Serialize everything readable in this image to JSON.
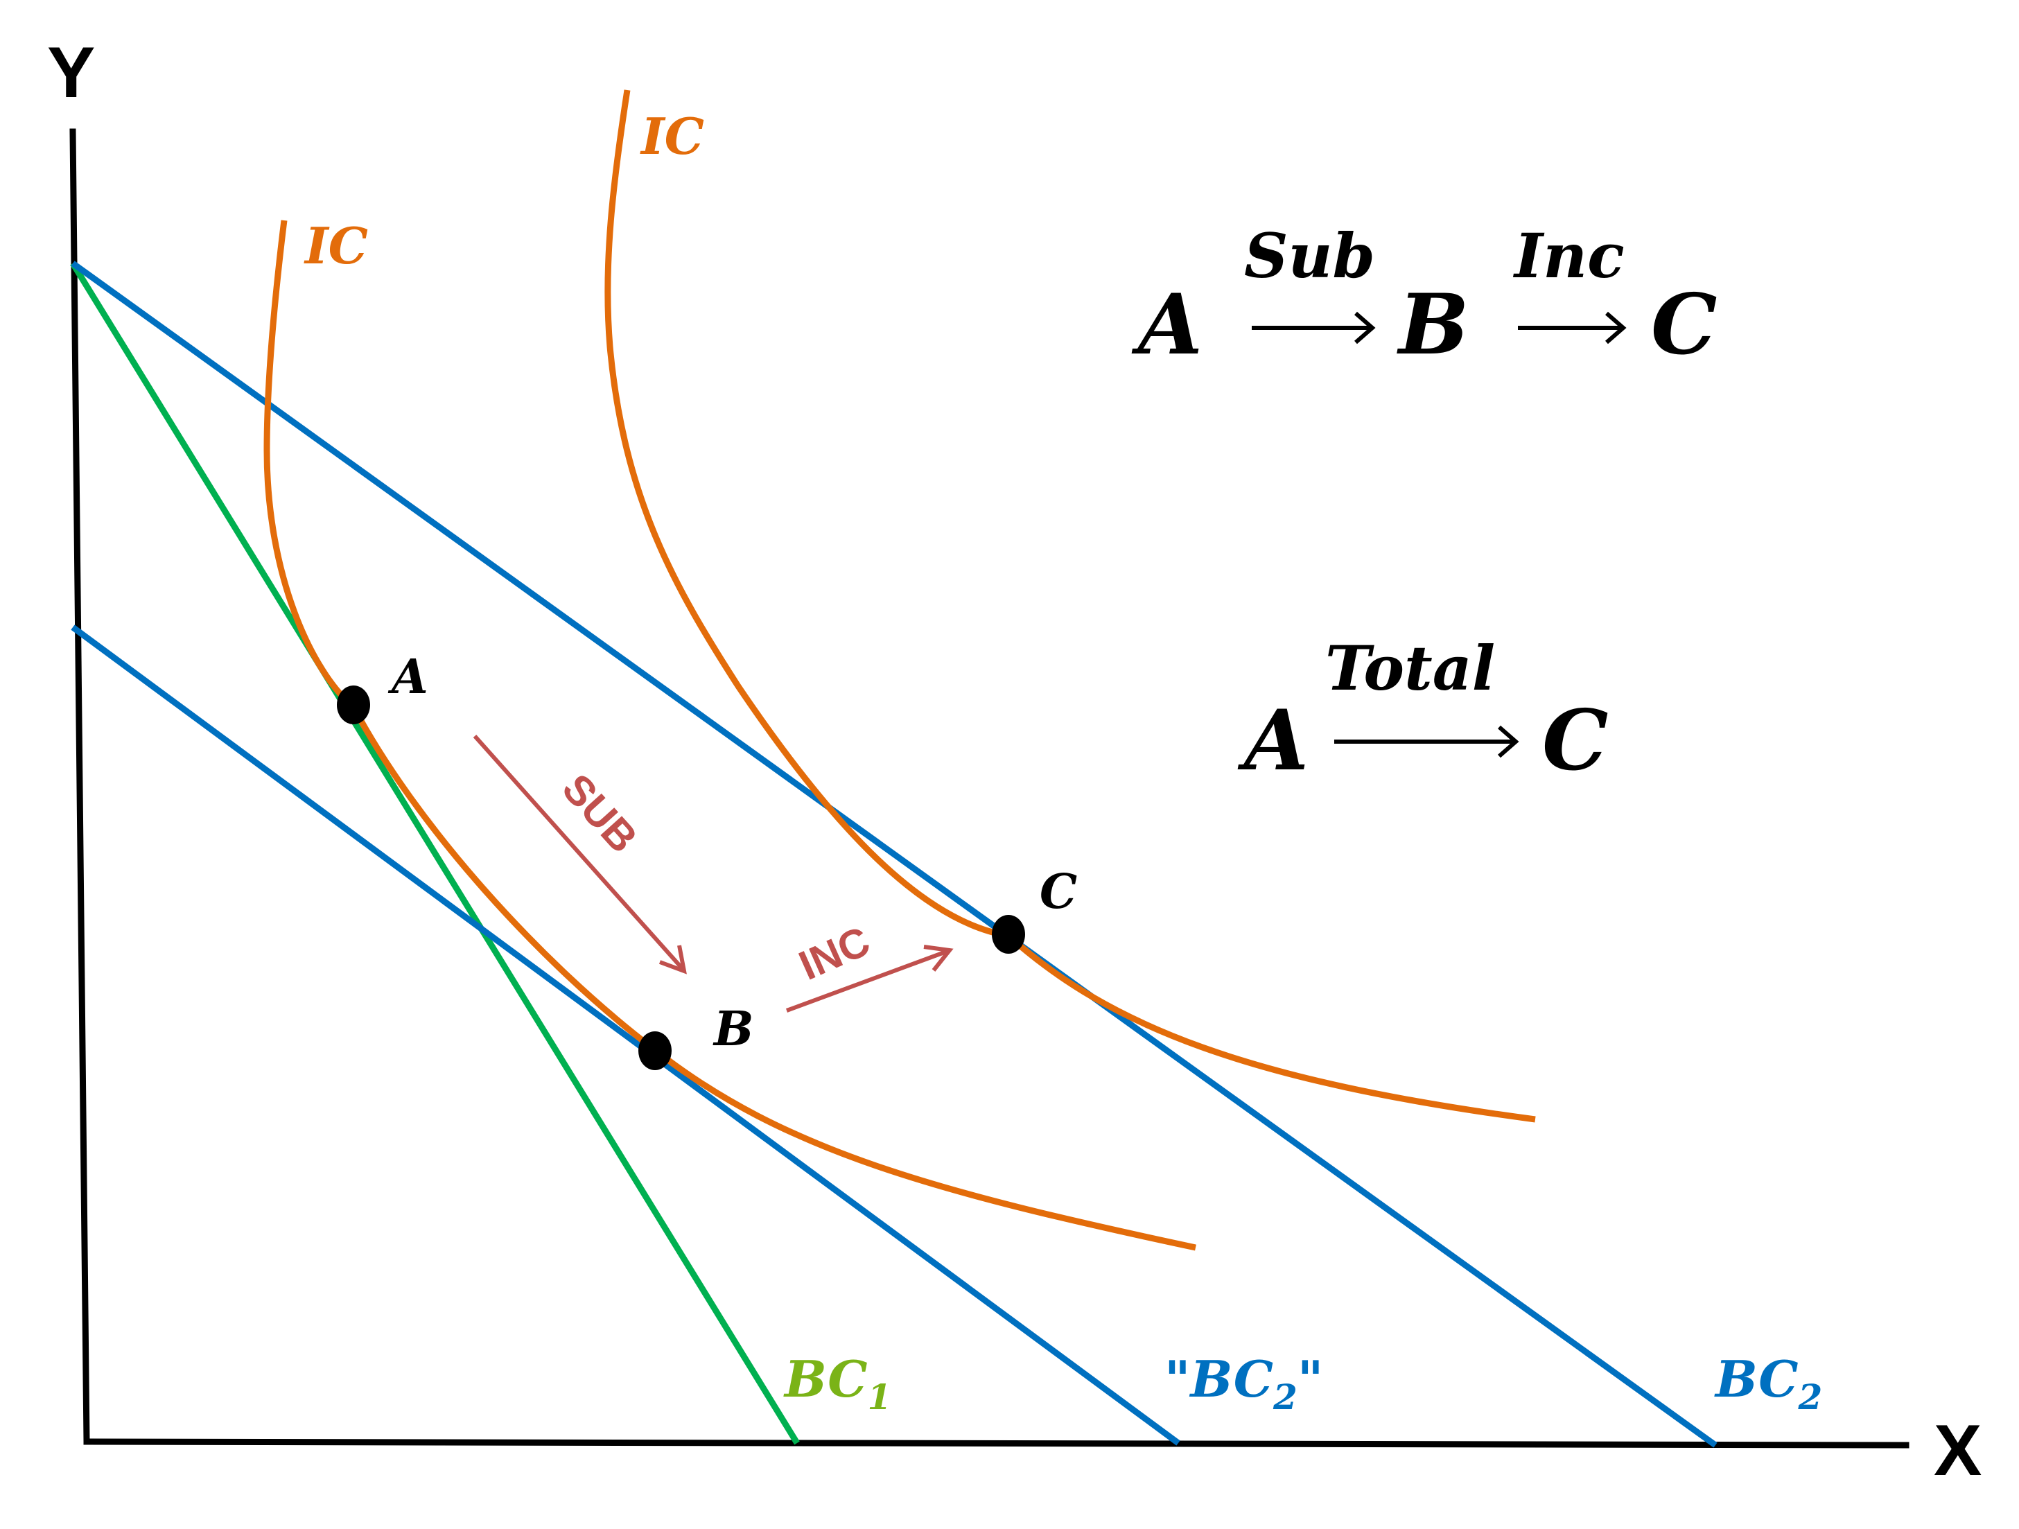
{
  "axes": {
    "x_label": "X",
    "y_label": "Y"
  },
  "indifference_curves": [
    {
      "label": "IC",
      "color": "#e36c0a"
    },
    {
      "label": "IC",
      "color": "#e36c0a"
    }
  ],
  "budget_lines": [
    {
      "label_main": "BC",
      "label_sub": "1",
      "color": "#00b050",
      "label_color": "#7ab317"
    },
    {
      "label_main": "\"BC",
      "label_sub": "2",
      "label_suffix": "\"",
      "color": "#0070c0"
    },
    {
      "label_main": "BC",
      "label_sub": "2",
      "color": "#0070c0"
    }
  ],
  "points": [
    {
      "label": "A"
    },
    {
      "label": "B"
    },
    {
      "label": "C"
    }
  ],
  "steps": {
    "sub_label": "SUB",
    "inc_label": "INC",
    "color": "#c0504d"
  },
  "equations": {
    "decomposition": {
      "start": "A",
      "mid": "B",
      "end": "C",
      "first_label": "Sub",
      "second_label": "Inc"
    },
    "total": {
      "start": "A",
      "end": "C",
      "label": "Total"
    }
  },
  "colors": {
    "indifference_curve": "#e36c0a",
    "budget_blue": "#0070c0",
    "budget_green": "#00b050",
    "axis": "#000000",
    "arrow": "#c0504d"
  }
}
